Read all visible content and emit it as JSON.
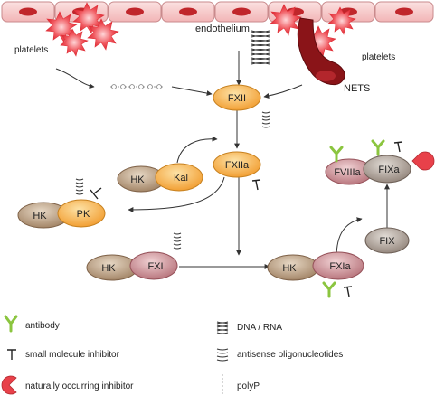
{
  "labels": {
    "endothelium": "endothelium",
    "platelets_left": "platelets",
    "platelets_right": "platelets",
    "nets": "NETS"
  },
  "nodes": {
    "fxii": "FXII",
    "fxiia": "FXIIa",
    "hk_top": "HK",
    "kal": "Kal",
    "hk_left": "HK",
    "pk": "PK",
    "hk_mid": "HK",
    "fxi": "FXI",
    "hk_right": "HK",
    "fxia": "FXIa",
    "fix": "FIX",
    "fviiia": "FVIIIa",
    "fixa": "FIXa"
  },
  "legend": {
    "antibody": "antibody",
    "small_molecule": "small molecule inhibitor",
    "natural_inhibitor": "naturally occurring inhibitor",
    "dna_rna": "DNA / RNA",
    "antisense": "antisense oligonucleotides",
    "polyp": "polyP"
  },
  "colors": {
    "endothelium_fill": "#f5c3c3",
    "endothelium_nucleus": "#c0262b",
    "platelet": "#ee3a43",
    "nets": "#8a1418",
    "factor_orange": "#f7b04a",
    "hk_brown": "#b79b7e",
    "factor_mauve": "#c98c92",
    "antibody_green": "#8bc53f",
    "natural_inhibitor": "#e8414a"
  }
}
